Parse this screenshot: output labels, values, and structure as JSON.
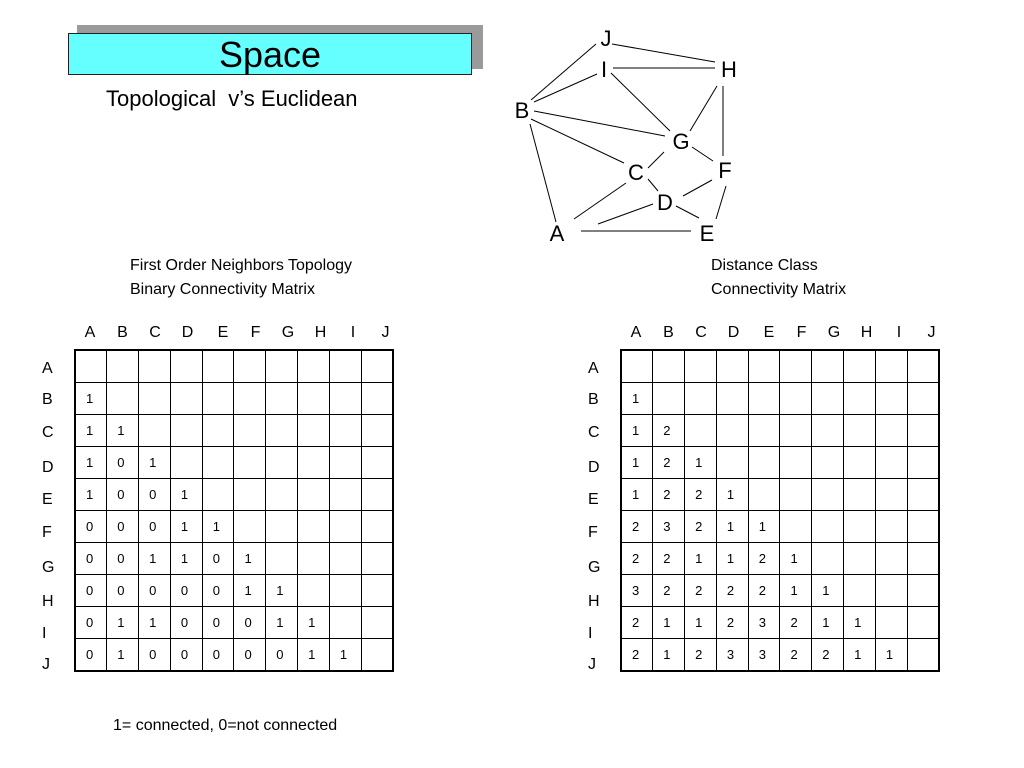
{
  "title": "Space",
  "subtitle": "Topological  v’s Euclidean",
  "graph": {
    "nodes": [
      "J",
      "I",
      "H",
      "B",
      "G",
      "C",
      "F",
      "D",
      "A",
      "E"
    ]
  },
  "left": {
    "heading_line1": "First Order Neighbors Topology",
    "heading_line2": "Binary Connectivity Matrix",
    "col_headers": [
      "A",
      "B",
      "C",
      "D",
      "E",
      "F",
      "G",
      "H",
      "I",
      "J"
    ],
    "row_headers": [
      "A",
      "B",
      "C",
      "D",
      "E",
      "F",
      "G",
      "H",
      "I",
      "J"
    ],
    "rows": [
      [],
      [
        "1"
      ],
      [
        "1",
        "1"
      ],
      [
        "1",
        "0",
        "1"
      ],
      [
        "1",
        "0",
        "0",
        "1"
      ],
      [
        "0",
        "0",
        "0",
        "1",
        "1"
      ],
      [
        "0",
        "0",
        "1",
        "1",
        "0",
        "1"
      ],
      [
        "0",
        "0",
        "0",
        "0",
        "0",
        "1",
        "1"
      ],
      [
        "0",
        "1",
        "1",
        "0",
        "0",
        "0",
        "1",
        "1"
      ],
      [
        "0",
        "1",
        "0",
        "0",
        "0",
        "0",
        "0",
        "1",
        "1"
      ]
    ]
  },
  "right": {
    "heading_line1": "Distance Class",
    "heading_line2": "Connectivity Matrix",
    "col_headers": [
      "A",
      "B",
      "C",
      "D",
      "E",
      "F",
      "G",
      "H",
      "I",
      "J"
    ],
    "row_headers": [
      "A",
      "B",
      "C",
      "D",
      "E",
      "F",
      "G",
      "H",
      "I",
      "J"
    ],
    "rows": [
      [],
      [
        "1"
      ],
      [
        "1",
        "2"
      ],
      [
        "1",
        "2",
        "1"
      ],
      [
        "1",
        "2",
        "2",
        "1"
      ],
      [
        "2",
        "3",
        "2",
        "1",
        "1"
      ],
      [
        "2",
        "2",
        "1",
        "1",
        "2",
        "1"
      ],
      [
        "3",
        "2",
        "2",
        "2",
        "2",
        "1",
        "1"
      ],
      [
        "2",
        "1",
        "1",
        "2",
        "3",
        "2",
        "1",
        "1"
      ],
      [
        "2",
        "1",
        "2",
        "3",
        "3",
        "2",
        "2",
        "1",
        "1"
      ]
    ]
  },
  "footnote": "1= connected, 0=not connected",
  "colors": {
    "title_fill": "#66ffff",
    "title_shadow": "#9a9a9a"
  }
}
